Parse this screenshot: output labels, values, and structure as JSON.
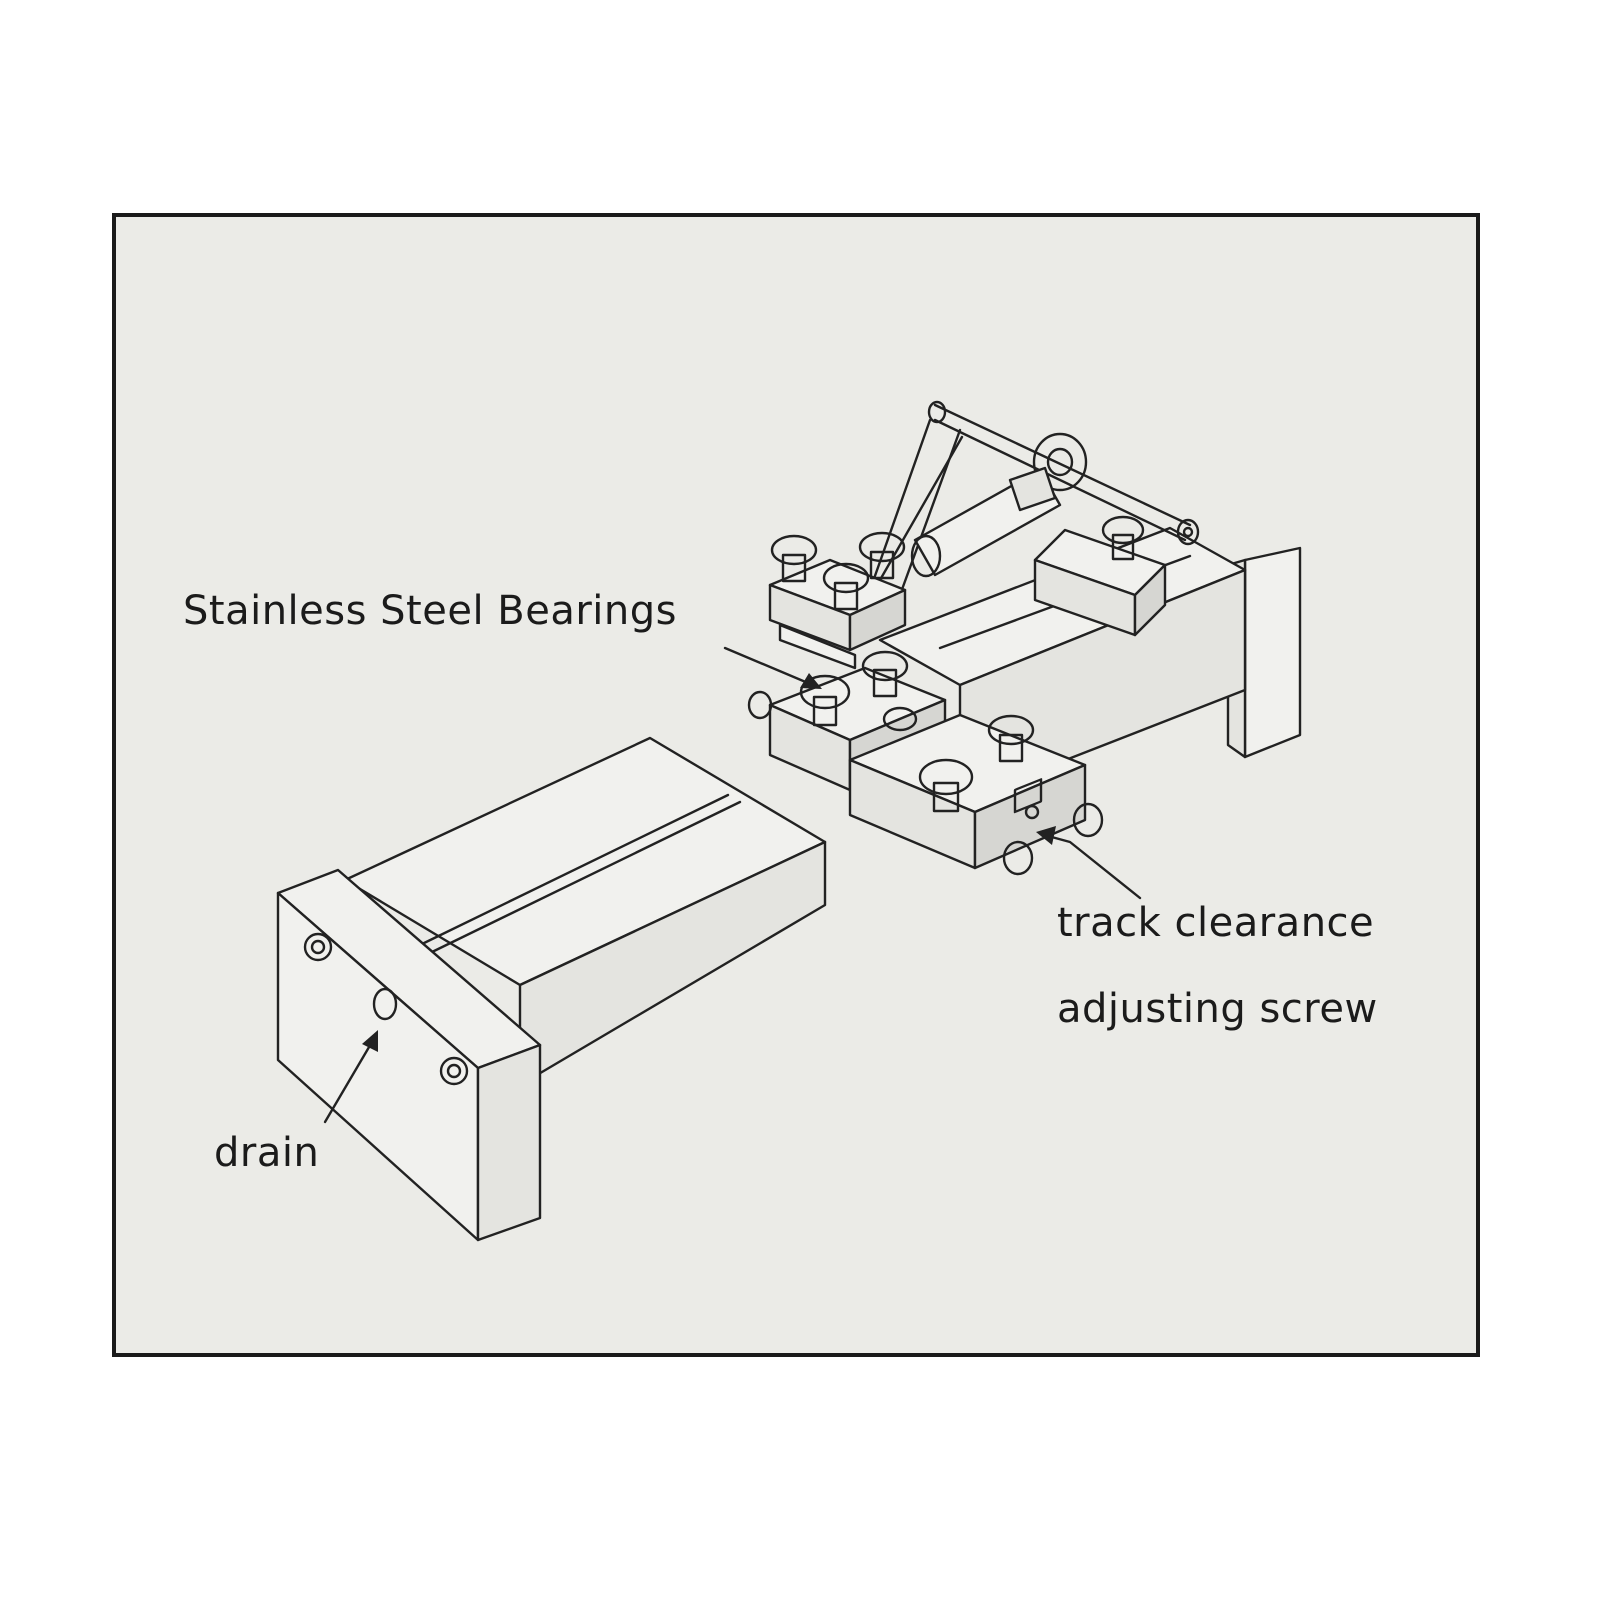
{
  "labels": {
    "bearings": "Stainless Steel Bearings",
    "drain": "drain",
    "track_clearance": "track clearance",
    "adjusting_screw": "adjusting screw"
  },
  "colors": {
    "background": "#ebebe7",
    "frame": "#1a1a1a",
    "ink": "#222222"
  }
}
